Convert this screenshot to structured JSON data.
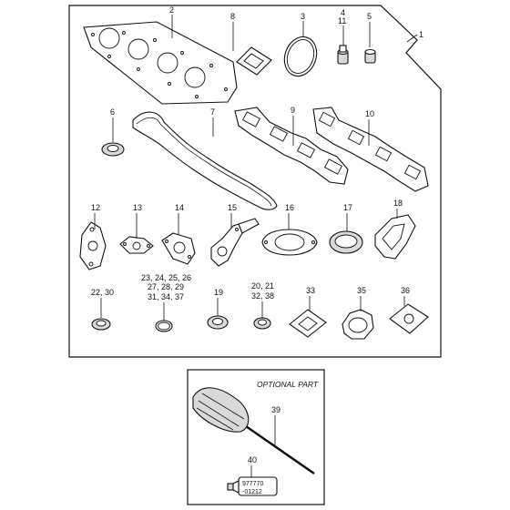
{
  "callouts": {
    "c1": "1",
    "c2": "2",
    "c3": "3",
    "c4": "4",
    "c5": "5",
    "c6": "6",
    "c7": "7",
    "c8": "8",
    "c9": "9",
    "c10": "10",
    "c11": "11",
    "c12": "12",
    "c13": "13",
    "c14": "14",
    "c15": "15",
    "c16": "16",
    "c17": "17",
    "c18": "18",
    "c19": "19",
    "c22_30": "22, 30",
    "c23_line1": "23, 24, 25, 26",
    "c23_line2": "27, 28, 29",
    "c23_line3": "31, 34, 37",
    "c20_line1": "20, 21",
    "c20_line2": "32, 38",
    "c33": "33",
    "c35": "35",
    "c36": "36",
    "c39": "39",
    "c40": "40"
  },
  "optional_panel": {
    "title": "OPTIONAL PART",
    "tube_label_line1": "977770",
    "tube_label_line2": "-01212"
  }
}
